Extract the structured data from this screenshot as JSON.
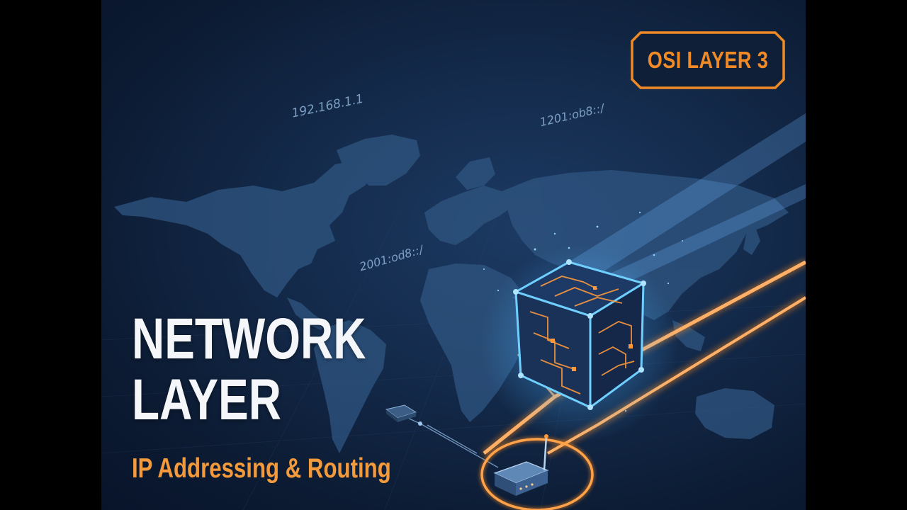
{
  "badge": {
    "label": "OSI LAYER 3"
  },
  "title": {
    "line1": "NETWORK",
    "line2": "LAYER"
  },
  "subtitle": "IP Addressing & Routing",
  "address_labels": {
    "ipv4": "192.168.1.1",
    "ipv6_top": "1201:ob8::/",
    "ipv6_left": "2001:od8::/"
  },
  "colors": {
    "accent": "#f08a26",
    "background": "#122848",
    "map": "#2e5480",
    "glow": "#4ab0ff"
  },
  "icons": {
    "cube": "network-cube-icon",
    "router": "router-icon",
    "switch": "switch-icon"
  }
}
